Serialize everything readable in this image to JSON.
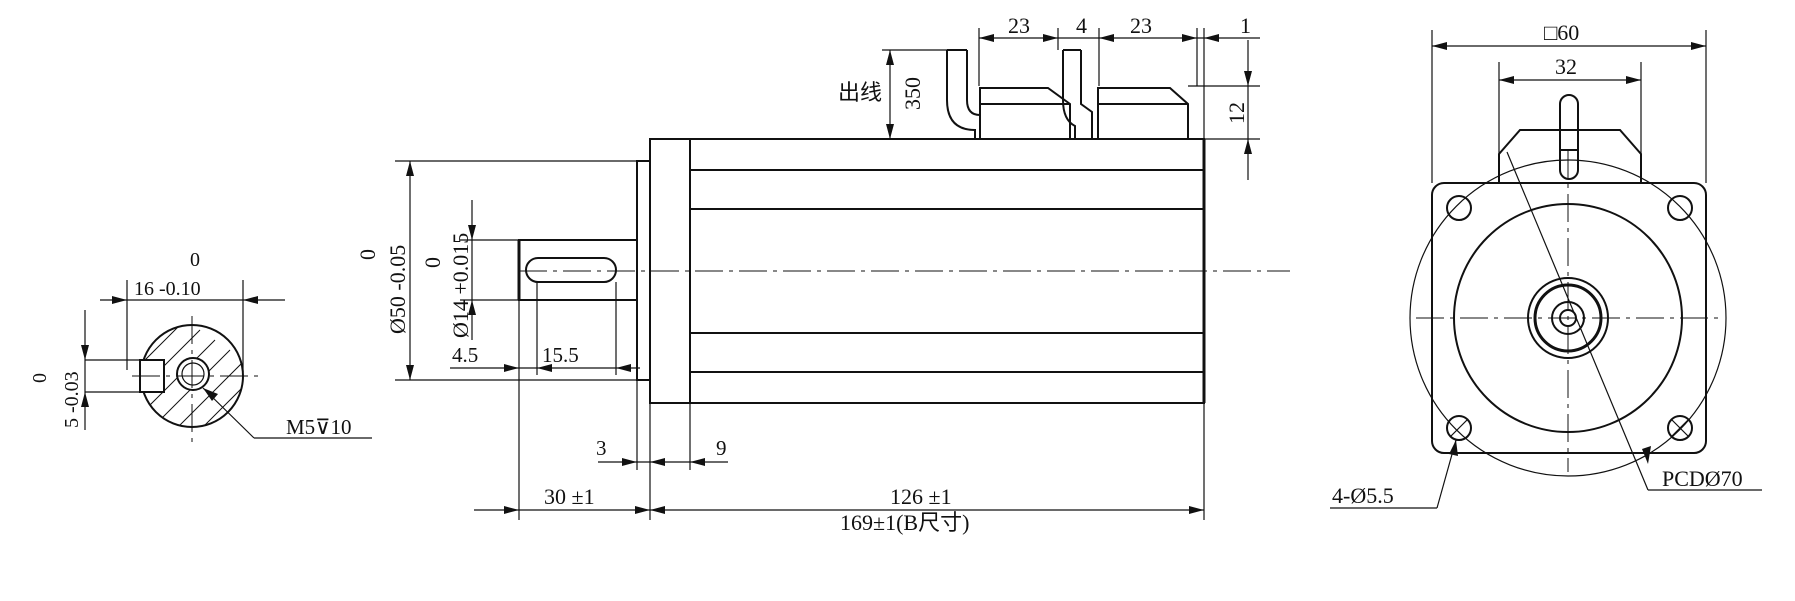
{
  "drawing": {
    "labels": {
      "lead_out": "出线",
      "lead_len": "350",
      "conn_w1": "23",
      "conn_gap": "4",
      "conn_w2": "23",
      "conn_end": "1",
      "conn_h": "12",
      "flange_tol_upper": "0",
      "flange_dia": "Ø50 -0.05",
      "shaft_tol_upper": "0",
      "shaft_dia": "Ø14 +0.015",
      "shoulder": "4.5",
      "key_len": "15.5",
      "flange_thk": "3",
      "pilot": "9",
      "shaft_len": "30  ±1",
      "body_len": "126  ±1",
      "total_len": "169±1(B尺寸)",
      "sq_size": "□60",
      "conn_span": "32",
      "holes": "4-Ø5.5",
      "pcd": "PCDØ70",
      "sec_tol_upper": "0",
      "sec_width": "16 -0.10",
      "key_tol_upper": "0",
      "key_depth": "5 -0.03",
      "thread": "M5⊽10"
    }
  }
}
